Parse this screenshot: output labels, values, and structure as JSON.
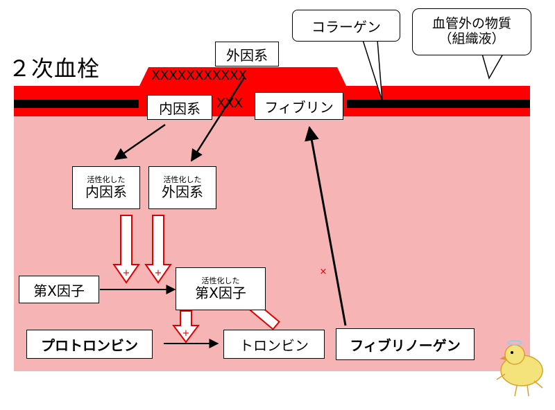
{
  "title": "２次血栓",
  "labels": {
    "extrinsic": "外因系",
    "intrinsic": "内因系",
    "fibrin": "フィブリン",
    "collagen": "コラーゲン",
    "extravascular_line1": "血管外の物質",
    "extravascular_line2": "（組織液）",
    "activated_note": "活性化した",
    "activated_intrinsic": "内因系",
    "activated_extrinsic": "外因系",
    "factor_x": "第X因子",
    "activated_factor_x": "第X因子",
    "prothrombin": "プロトロンビン",
    "thrombin": "トロンビン",
    "fibrinogen": "フィブリノーゲン",
    "clot_mark": "XXXXXXXXXXX",
    "clot_mark_inner": "XXX"
  },
  "colors": {
    "vessel_wall": "#ff0000",
    "wall_stripe": "#000000",
    "blood": "#f7b4b4",
    "arrow_outline": "#e00000"
  }
}
